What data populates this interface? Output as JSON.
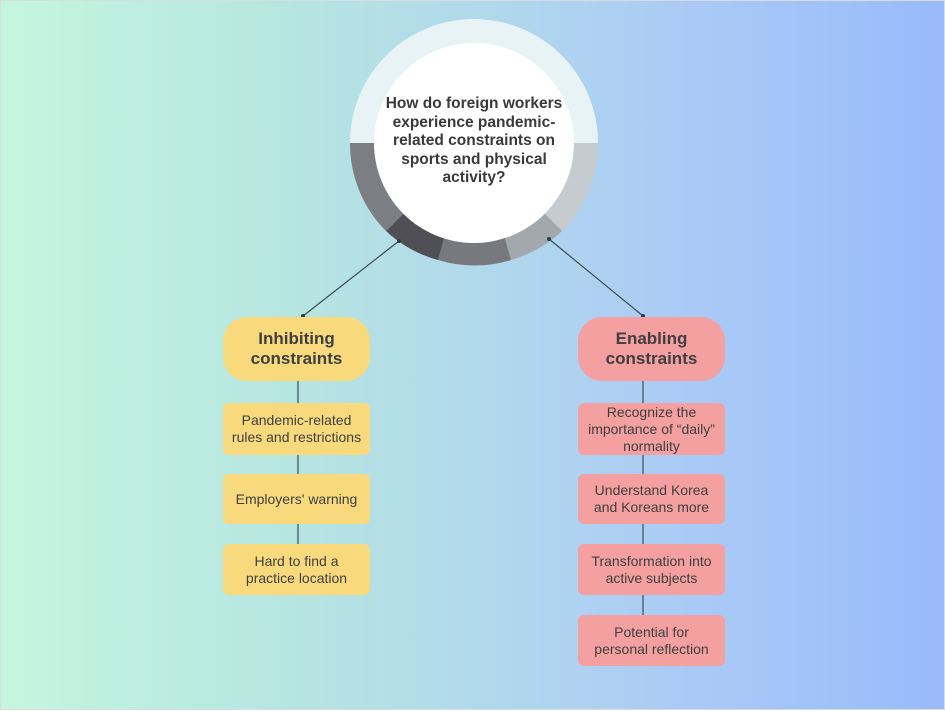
{
  "question": "How do foreign workers experience pandemic-related constraints on sports and physical activity?",
  "inhibiting": {
    "title": "Inhibiting constraints",
    "items": [
      "Pandemic-related rules and restrictions",
      "Employers' warning",
      "Hard to find a practice location"
    ]
  },
  "enabling": {
    "title": "Enabling constraints",
    "items": [
      "Recognize the importance of “daily” normality",
      "Understand Korea and Koreans more",
      "Transformation into active subjects",
      "Potential for personal reflection"
    ]
  },
  "colors": {
    "inhibiting_fill": "#f8da7d",
    "enabling_fill": "#f4a0a0",
    "ring_light": "#e8f3f6",
    "ring_dark": "#4f4f55"
  }
}
